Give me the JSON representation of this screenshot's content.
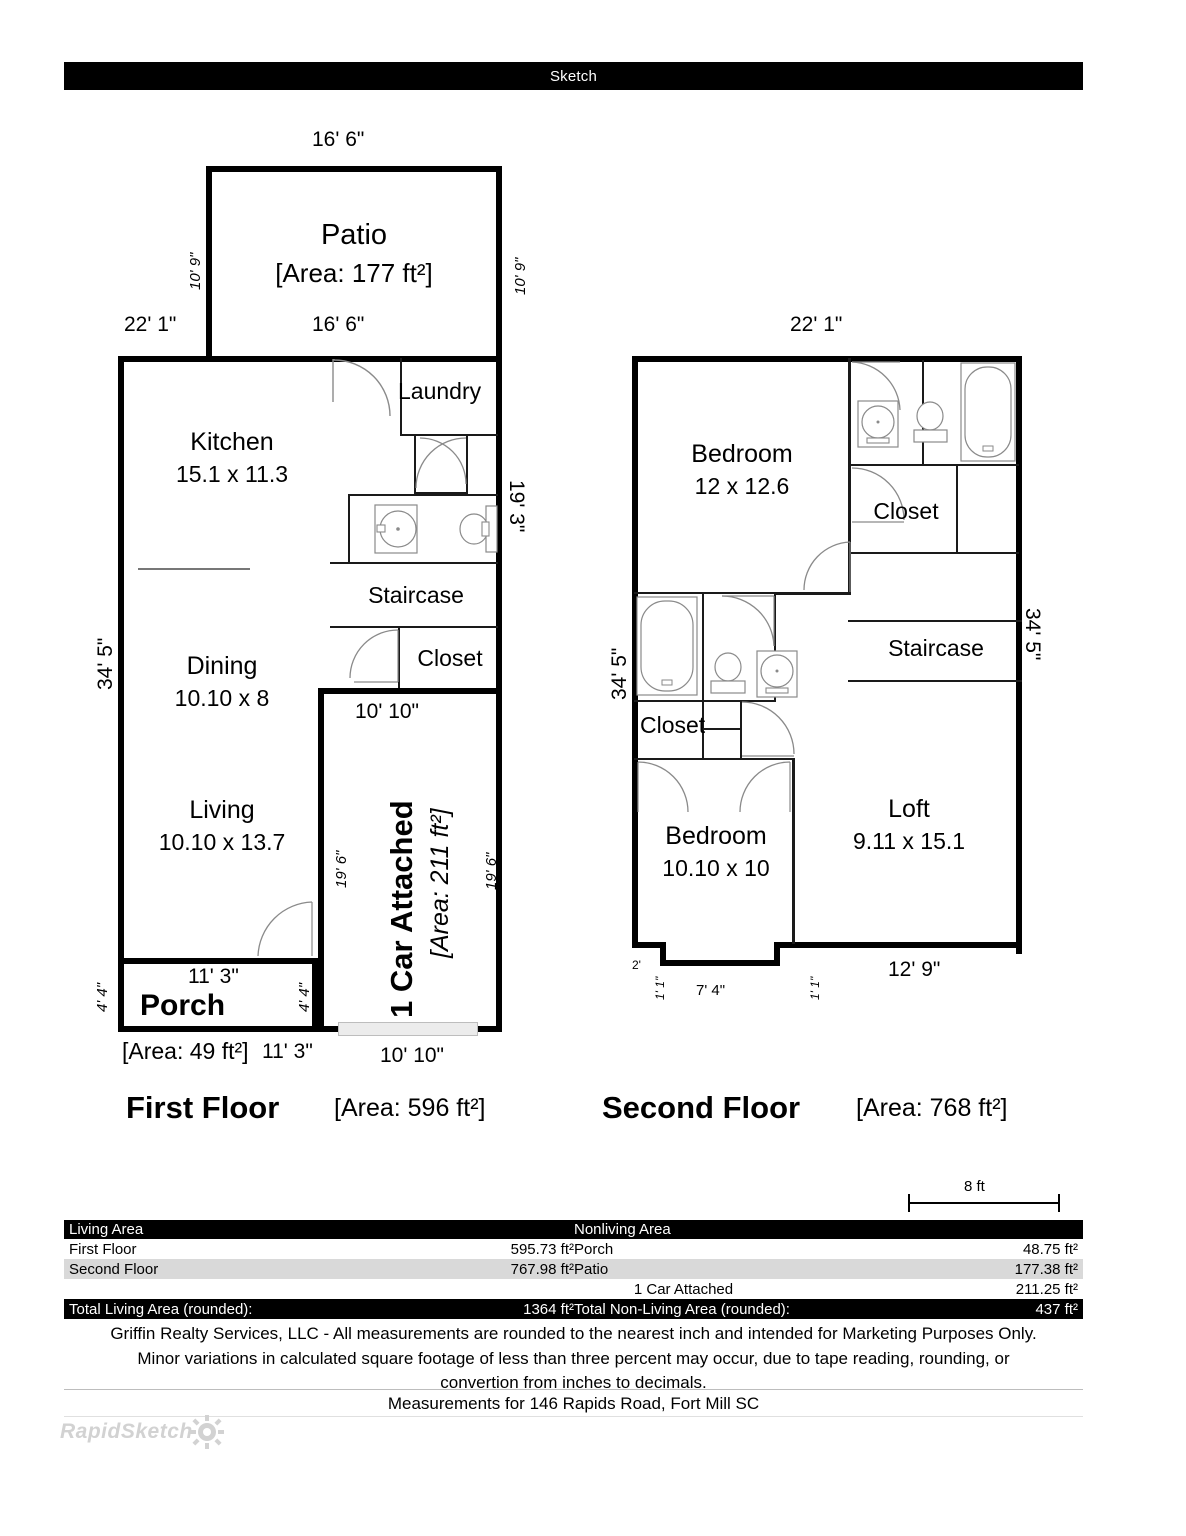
{
  "header": {
    "title": "Sketch"
  },
  "first_floor": {
    "caption": "First Floor",
    "area_label": "[Area: 596 ft²]",
    "rooms": [
      {
        "name": "Patio",
        "area": "[Area: 177 ft²]"
      },
      {
        "name": "Kitchen",
        "dim": "15.1 x 11.3"
      },
      {
        "name": "Laundry"
      },
      {
        "name": "Staircase"
      },
      {
        "name": "Closet"
      },
      {
        "name": "Dining",
        "dim": "10.10 x 8"
      },
      {
        "name": "Living",
        "dim": "10.10 x 13.7"
      },
      {
        "name": "1 Car Attached",
        "area": "[Area: 211 ft²]"
      },
      {
        "name": "Porch",
        "area": "[Area: 49 ft²]"
      }
    ],
    "dims": {
      "patio_top": "16' 6\"",
      "patio_bottom": "16' 6\"",
      "patio_left": "10' 9\"",
      "patio_right": "10' 9\"",
      "house_top_left": "22' 1\"",
      "house_left": "34' 5\"",
      "upper_right": "19' 3\"",
      "garage_top": "10' 10\"",
      "garage_bottom": "10' 10\"",
      "garage_left": "19' 6\"",
      "garage_right": "19' 6\"",
      "porch_top": "11' 3\"",
      "porch_bottom": "11' 3\"",
      "porch_left": "4' 4\"",
      "porch_right": "4' 4\""
    }
  },
  "second_floor": {
    "caption": "Second Floor",
    "area_label": "[Area: 768 ft²]",
    "rooms": [
      {
        "name": "Bedroom",
        "dim": "12 x 12.6"
      },
      {
        "name": "Closet"
      },
      {
        "name": "Staircase"
      },
      {
        "name": "Closet"
      },
      {
        "name": "Bedroom",
        "dim": "10.10 x 10"
      },
      {
        "name": "Loft",
        "dim": "9.11 x 15.1"
      }
    ],
    "dims": {
      "top": "22' 1\"",
      "left": "34' 5\"",
      "right": "34' 5\"",
      "notch_a": "2'",
      "notch_b": "1' 1\"",
      "notch_c": "7' 4\"",
      "notch_d": "1' 1\"",
      "bottom_right": "12' 9\""
    }
  },
  "scale": {
    "label": "8 ft"
  },
  "summary_table": {
    "header": {
      "living": "Living Area",
      "nonliving": "Nonliving Area"
    },
    "rows": [
      {
        "living_name": "First Floor",
        "living_value": "595.73 ft²",
        "nonliving_name": "Porch",
        "nonliving_value": "48.75 ft²"
      },
      {
        "living_name": "Second Floor",
        "living_value": "767.98 ft²",
        "nonliving_name": "Patio",
        "nonliving_value": "177.38 ft²"
      },
      {
        "living_name": "",
        "living_value": "",
        "nonliving_name": "1 Car Attached",
        "nonliving_value": "211.25 ft²"
      }
    ],
    "total": {
      "living_name": "Total Living Area (rounded):",
      "living_value": "1364 ft²",
      "nonliving_name": "Total Non-Living Area (rounded):",
      "nonliving_value": "437 ft²"
    }
  },
  "footer": {
    "disclaimer_line1": "Griffin Realty Services, LLC - All measurements are rounded to the nearest inch and intended for Marketing Purposes Only.",
    "disclaimer_line2": "Minor variations in calculated square footage of less than three percent may occur, due to tape reading, rounding, or",
    "disclaimer_line3": "convertion from inches to decimals.",
    "measurements_for": "Measurements for 146 Rapids Road, Fort Mill SC",
    "logo": "RapidSketch"
  }
}
